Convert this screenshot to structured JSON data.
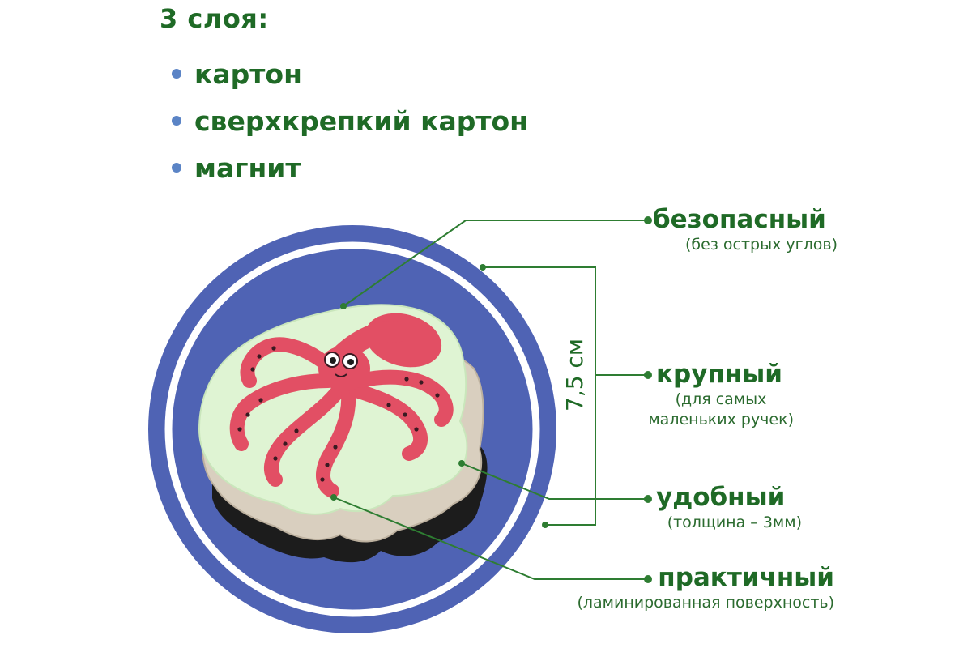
{
  "heading": "3 слоя:",
  "layers": [
    "картон",
    "сверхкрепкий картон",
    "магнит"
  ],
  "size_label": "7,5 см",
  "features": [
    {
      "title": "безопасный",
      "subtitle": "(без острых углов)"
    },
    {
      "title": "крупный",
      "subtitle_line1": "(для самых",
      "subtitle_line2": "маленьких ручек)"
    },
    {
      "title": "удобный",
      "subtitle": "(толщина – 3мм)"
    },
    {
      "title": "практичный",
      "subtitle": "(ламинированная поверхность)"
    }
  ],
  "colors": {
    "text_green": "#1f6a26",
    "line_green": "#2e7d32",
    "bullet_blue": "#5b84c6",
    "circle_blue": "#4f63b4",
    "laminate_green": "#dff4d3",
    "cardboard_beige": "#d9cfbf",
    "magnet_black": "#1c1c1c",
    "octopus_pink": "#e24f64"
  }
}
